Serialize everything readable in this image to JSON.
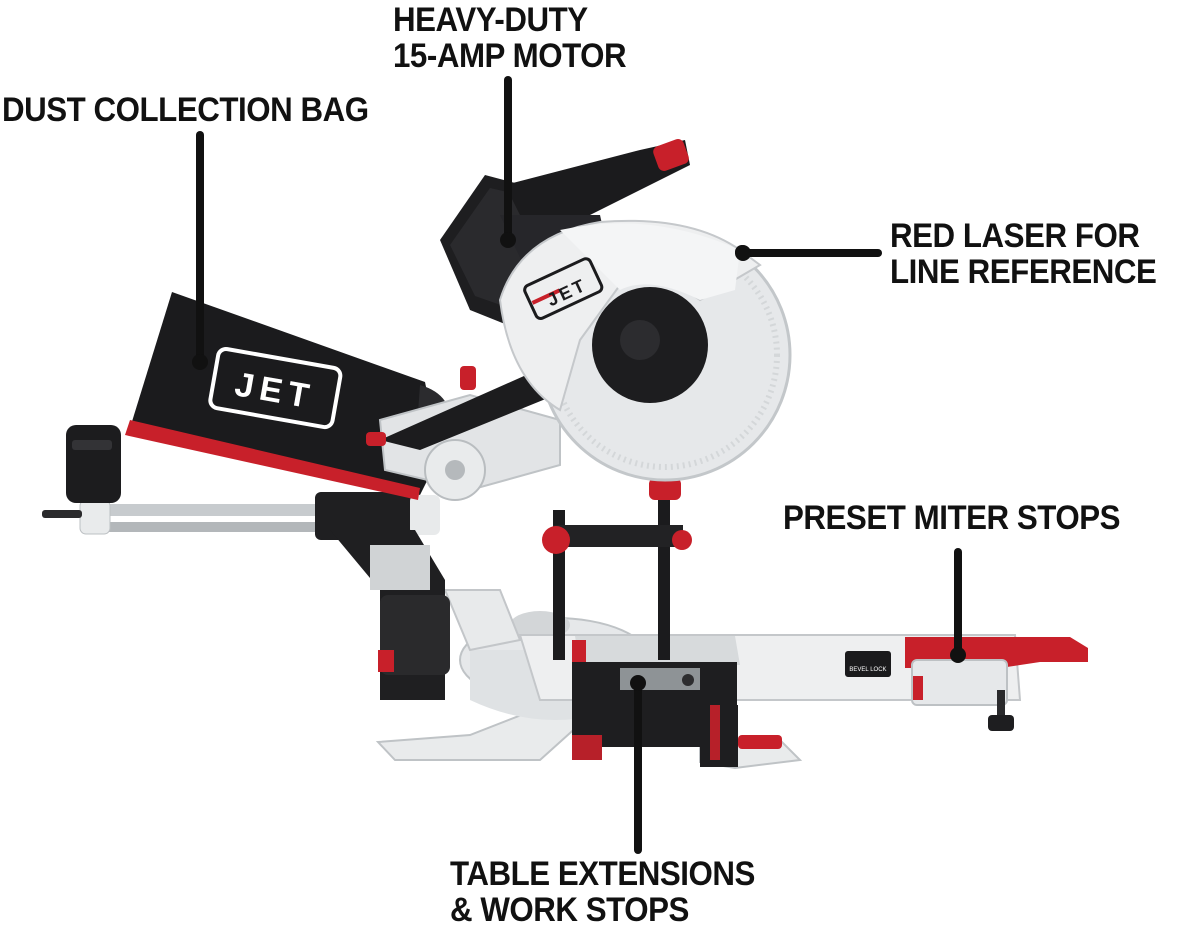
{
  "callouts": {
    "motor": {
      "line1": "HEAVY-DUTY",
      "line2": "15-AMP MOTOR"
    },
    "dust_bag": {
      "label": "DUST COLLECTION BAG"
    },
    "laser": {
      "line1": "RED LASER FOR",
      "line2": "LINE REFERENCE"
    },
    "miter_stops": {
      "label": "PRESET MITER STOPS"
    },
    "table": {
      "line1": "TABLE EXTENSIONS",
      "line2": "& WORK STOPS"
    }
  },
  "product": {
    "brand_logo": "JET",
    "bevel_lock_label": "BEVEL LOCK"
  },
  "colors": {
    "background": "#ffffff",
    "text": "#111111",
    "saw_body": "#1d1d1f",
    "accent_red": "#c8202a",
    "housing_white": "#eceeef",
    "metal": "#b8bcbf"
  }
}
